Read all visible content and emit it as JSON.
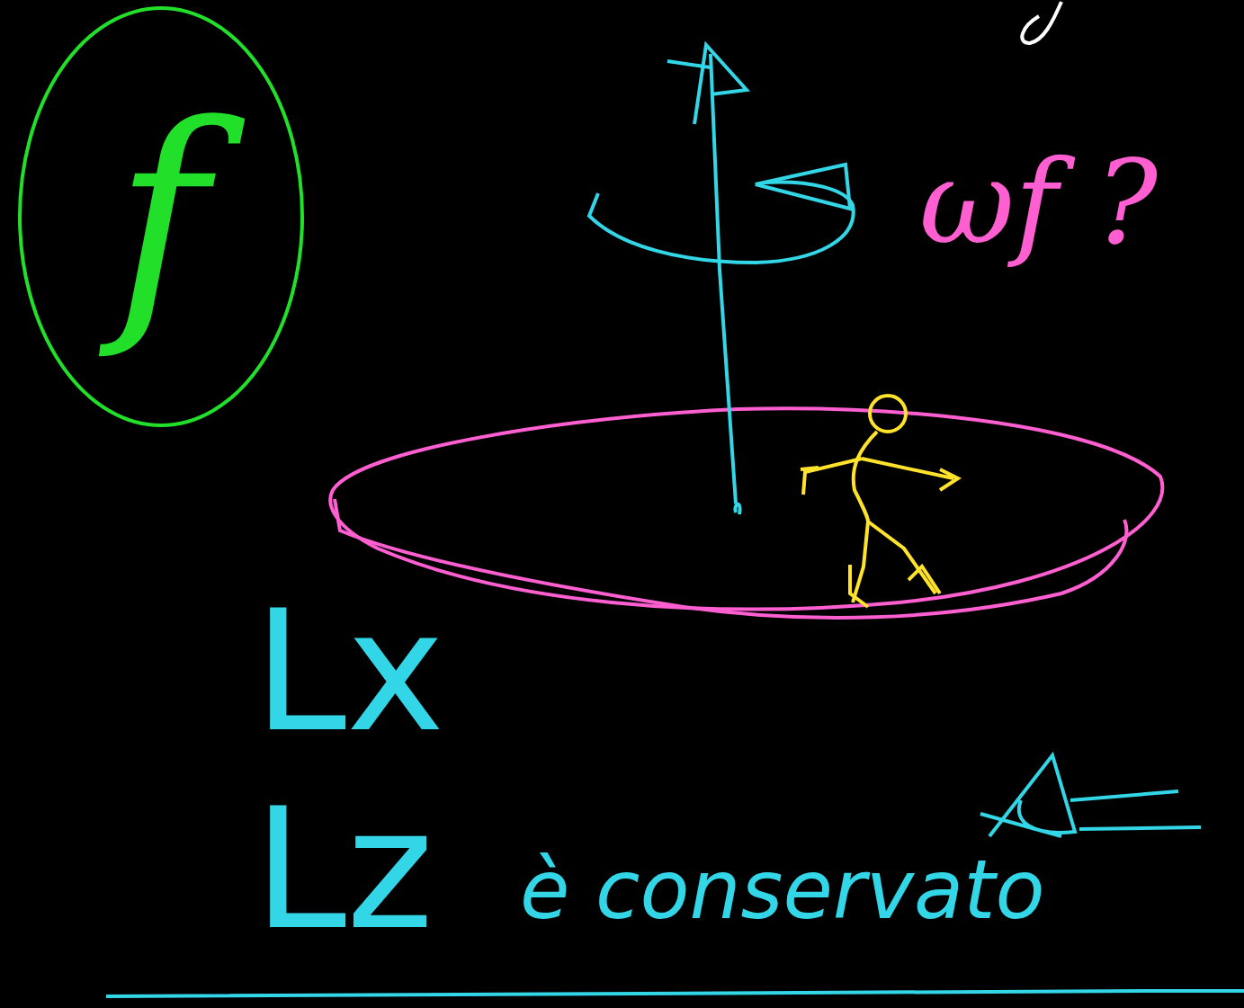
{
  "diagram": {
    "nodes": [
      {
        "text": [
          "f"
        ]
      }
    ],
    "labels": [
      "ωf ?",
      "Lx",
      "Lz",
      "è conservato"
    ]
  }
}
